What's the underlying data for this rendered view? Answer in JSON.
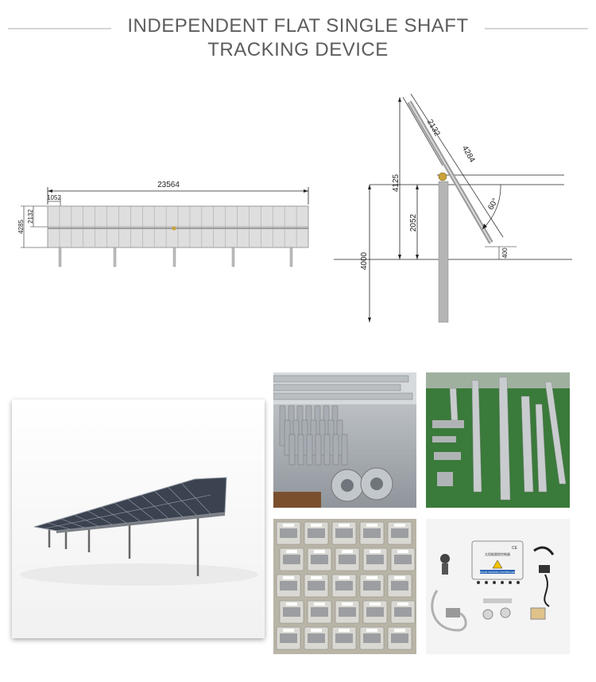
{
  "header": {
    "title_line1": "INDEPENDENT FLAT SINGLE SHAFT",
    "title_line2": "TRACKING DEVICE"
  },
  "front_view": {
    "overall_length": "23564",
    "module_width": "1052",
    "height_total": "4285",
    "height_panel": "2132"
  },
  "side_view": {
    "panel_upper": "2132",
    "panel_total": "4284",
    "pivot_height": "4125",
    "post_height": "2052",
    "ground_height": "4000",
    "min_clearance": "400",
    "tilt_angle": "60°"
  },
  "photos": {
    "box_label_line1": "太阳能跟踪控制器",
    "box_label_line2": "SOLAR TRACKING CONTROLLER",
    "box_mark": "CE"
  },
  "colors": {
    "title": "#5c5c5c",
    "panel_fill": "#dcdcdc",
    "steel": "#9a9a9a",
    "green_floor": "#3a7a3a"
  }
}
